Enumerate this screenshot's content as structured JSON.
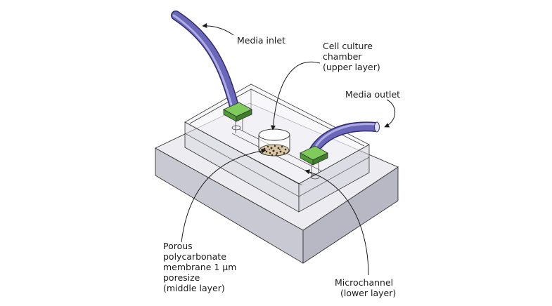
{
  "diagram": {
    "labels": {
      "media_inlet": "Media inlet",
      "media_outlet": "Media outlet",
      "chamber_1": "Cell culture",
      "chamber_2": "chamber",
      "chamber_3": "(upper layer)",
      "membrane_1": "Porous",
      "membrane_2": "polycarbonate",
      "membrane_3": "membrane 1 μm",
      "membrane_4": "poresize",
      "membrane_5": "(middle layer)",
      "micro_1": "Microchannel",
      "micro_2": "(lower layer)"
    },
    "colors": {
      "tube": "#5d5aa8",
      "tube_highlight": "#a9a6e0",
      "connector": "#6ab84a",
      "connector_dark": "#3f7f2a",
      "block_fill": "#e6e6ec",
      "outline": "#333333"
    }
  }
}
